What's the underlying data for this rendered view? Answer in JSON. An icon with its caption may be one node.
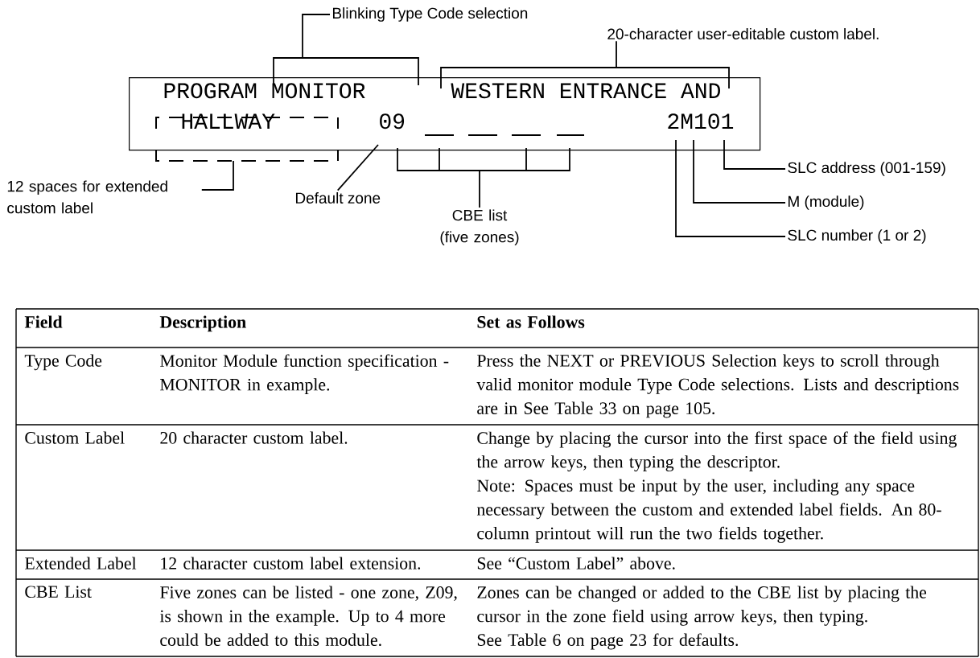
{
  "diagram": {
    "nodes": [
      {
        "text": [
          "PROGRAM MONITOR",
          "WESTERN ENTRANCE AND",
          "HALLWAY",
          "09",
          "2M101"
        ]
      },
      {
        "text": [
          "Blinking Type Code selection"
        ]
      },
      {
        "text": [
          "20-character user-editable custom label."
        ]
      },
      {
        "text": [
          "12 spaces for extended custom label"
        ]
      },
      {
        "text": [
          "Default zone"
        ]
      },
      {
        "text": [
          "CBE list (five zones)"
        ]
      },
      {
        "text": [
          "SLC address (001-159)"
        ]
      },
      {
        "text": [
          "M (module)"
        ]
      },
      {
        "text": [
          "SLC number (1 or 2)"
        ]
      }
    ],
    "edges": [
      {
        "from": 1,
        "to": 0,
        "arrow": "none"
      },
      {
        "from": 2,
        "to": 0,
        "arrow": "none"
      },
      {
        "from": 3,
        "to": 0,
        "arrow": "none"
      },
      {
        "from": 4,
        "to": 0,
        "arrow": "none"
      },
      {
        "from": 5,
        "to": 0,
        "arrow": "none"
      },
      {
        "from": 6,
        "to": 0,
        "arrow": "none"
      },
      {
        "from": 7,
        "to": 0,
        "arrow": "none"
      },
      {
        "from": 8,
        "to": 0,
        "arrow": "none"
      }
    ],
    "labels": [
      "Field",
      "Description",
      "Set as Follows",
      "Type Code",
      "Monitor Module function specification - MONITOR in example.",
      "Press the NEXT or PREVIOUS Selection keys to scroll through valid monitor module Type Code selections. Lists and descriptions are in See Table 33 on page 105.",
      "Custom Label",
      "20 character custom label.",
      "Change by placing the cursor into the first space of the field using the arrow keys, then typing the descriptor.",
      "Note: Spaces must be input by the user, including any space necessary between the custom and extended label fields. An 80-column printout will run the two fields together.",
      "Extended Label",
      "12 character custom label extension.",
      "See “Custom Label” above.",
      "CBE List",
      "Five zones can be listed - one zone, Z09, is shown in the example. Up to 4 more could be added to this module.",
      "Zones can be changed or added to the CBE list by placing the cursor in the zone field using arrow keys, then typing.",
      "See Table 6 on page 23 for defaults."
    ]
  }
}
